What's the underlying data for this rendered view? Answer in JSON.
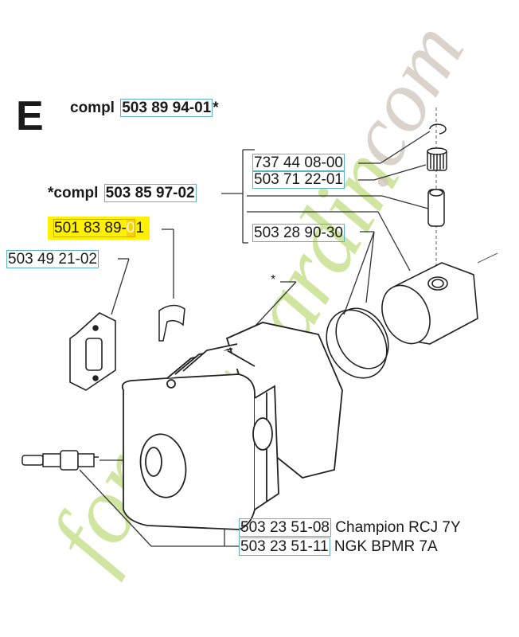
{
  "diagram": {
    "section_letter": "E",
    "assemblies": [
      {
        "prefix": "compl ",
        "part_number": "503 89 94-01",
        "suffix": "*"
      },
      {
        "prefix": "*compl ",
        "part_number": "503 85 97-02",
        "suffix": ""
      }
    ],
    "parts": [
      {
        "part_number": "737 44 08-00",
        "label": "",
        "component": "circlip"
      },
      {
        "part_number": "503 71 22-01",
        "label": "",
        "component": "needle-bearing"
      },
      {
        "part_number": "503 28 90-30",
        "label": "",
        "component": "piston-rings"
      },
      {
        "part_number": "501 83 89-01",
        "label": "",
        "component": "clip",
        "highlighted": true
      },
      {
        "part_number": "503 49 21-02",
        "label": "",
        "component": "gasket"
      },
      {
        "part_number": "503 23 51-08",
        "label": "Champion RCJ 7Y",
        "component": "spark-plug"
      },
      {
        "part_number": "503 23 51-11",
        "label": "NGK BPMR 7A",
        "component": "spark-plug"
      }
    ],
    "asterisk_note": "*",
    "highlighted_part": {
      "prefix": "501 83 89-",
      "highlight_digit": "0",
      "suffix": "1"
    },
    "watermark": {
      "text_green": "fore",
      "text_orange": "e",
      "text_tail": "tgardin",
      "text_domain": ".com",
      "color_green": "#b5d66a",
      "color_orange": "#f5b96a",
      "color_grey": "#c9bfb3"
    },
    "colors": {
      "box_outline": "#5ab4c8",
      "highlight": "#ffef00",
      "line": "#333333"
    }
  }
}
